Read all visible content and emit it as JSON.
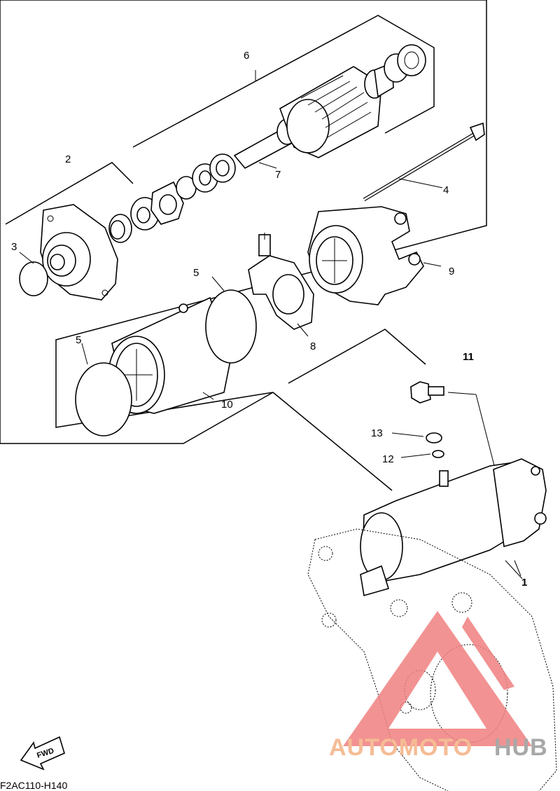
{
  "diagram": {
    "code": "F2AC110-H140",
    "fwd_label": "FWD",
    "callouts": [
      {
        "id": "c1",
        "text": "1"
      },
      {
        "id": "c2",
        "text": "2"
      },
      {
        "id": "c3",
        "text": "3"
      },
      {
        "id": "c4",
        "text": "4"
      },
      {
        "id": "c5a",
        "text": "5"
      },
      {
        "id": "c5b",
        "text": "5"
      },
      {
        "id": "c6",
        "text": "6"
      },
      {
        "id": "c7",
        "text": "7"
      },
      {
        "id": "c8",
        "text": "8"
      },
      {
        "id": "c9",
        "text": "9"
      },
      {
        "id": "c10",
        "text": "10"
      },
      {
        "id": "c11",
        "text": "11"
      },
      {
        "id": "c12",
        "text": "12"
      },
      {
        "id": "c13",
        "text": "13"
      }
    ]
  },
  "watermark": {
    "text_part1": "AUTOMOTO",
    "text_part2": "HUB",
    "color_primary": "#f08080",
    "color_secondary": "#f4b183"
  }
}
